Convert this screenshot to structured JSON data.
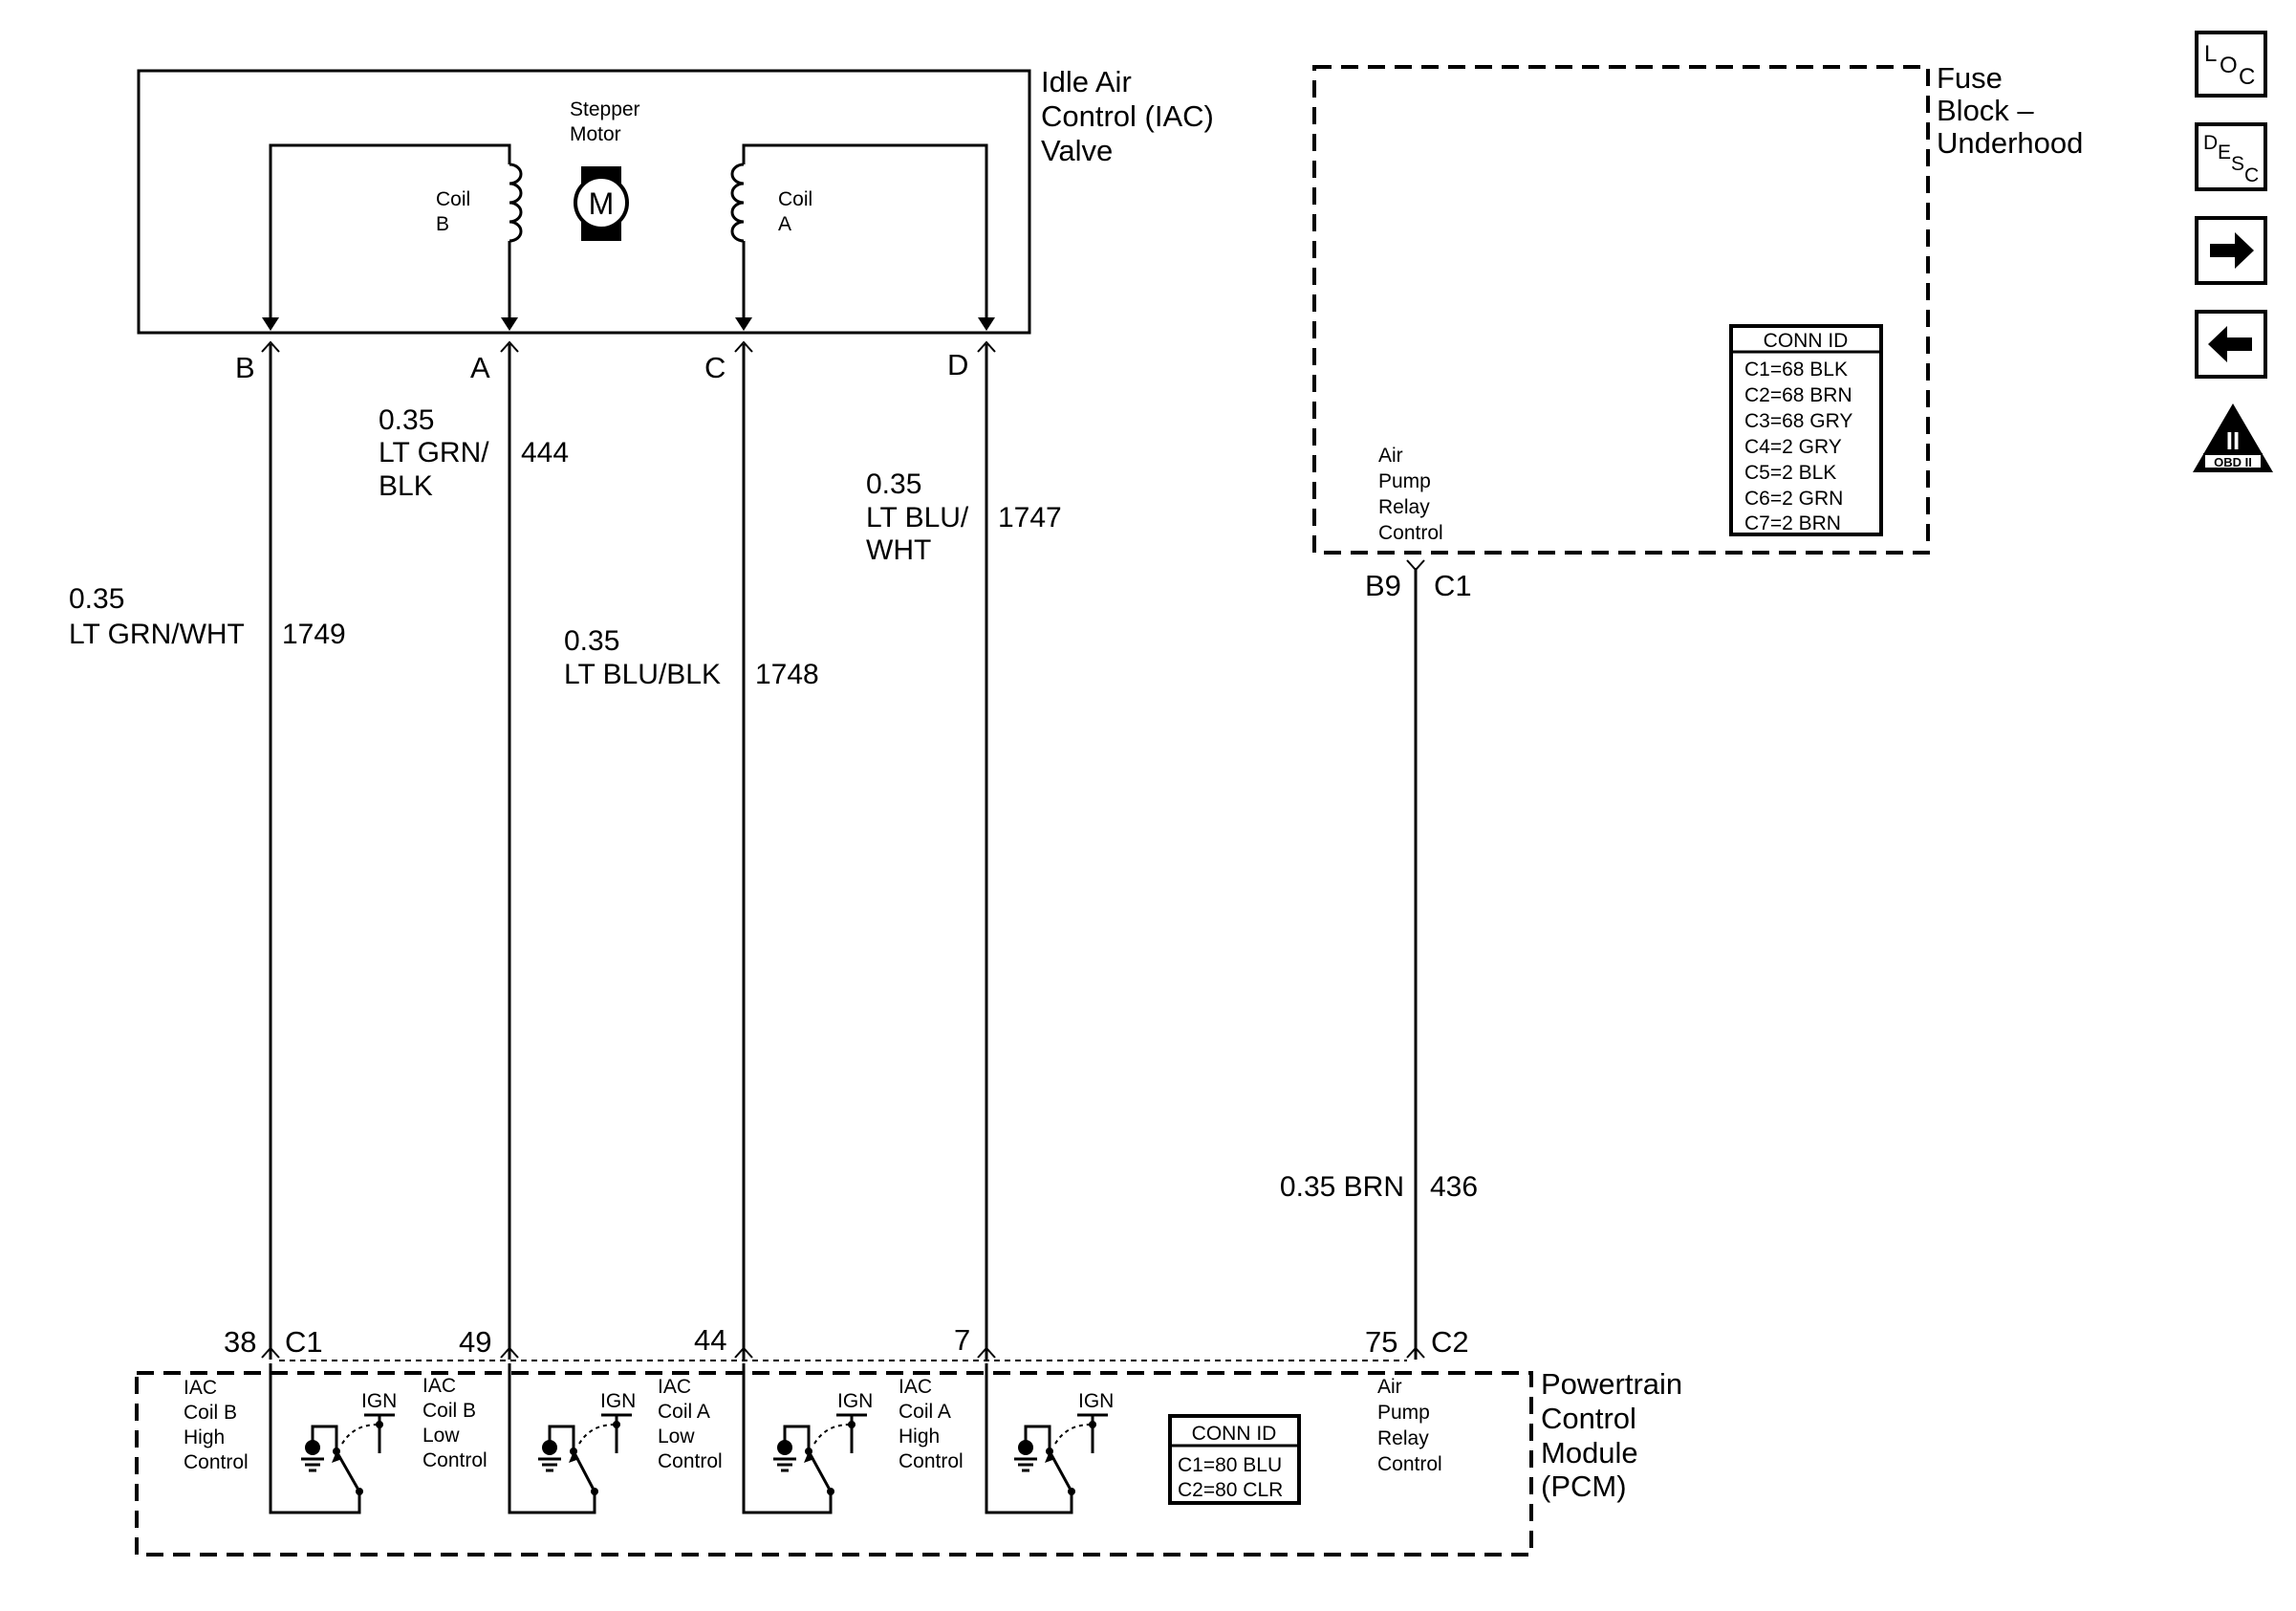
{
  "iac_valve": {
    "title_lines": [
      "Idle Air",
      "Control (IAC)",
      "Valve"
    ],
    "motor_label_lines": [
      "Stepper",
      "Motor"
    ],
    "motor_symbol": "M",
    "coil_b_lines": [
      "Coil",
      "B"
    ],
    "coil_a_lines": [
      "Coil",
      "A"
    ]
  },
  "fuse_block": {
    "title_lines": [
      "Fuse",
      "Block –",
      "Underhood"
    ],
    "circuit_label_lines": [
      "Air",
      "Pump",
      "Relay",
      "Control"
    ],
    "conn_id": {
      "header": "CONN ID",
      "rows": [
        "C1=68 BLK",
        "C2=68 BRN",
        "C3=68 GRY",
        "C4=2 GRY",
        "C5=2 BLK",
        "C6=2 GRN",
        "C7=2 BRN"
      ]
    },
    "pin": "B9",
    "connector": "C1"
  },
  "wires": [
    {
      "pin": "B",
      "size": "0.35",
      "color_lines": [
        "LT GRN/WHT"
      ],
      "circuit": "1749",
      "pcm_pin": "38",
      "pcm_connector": "C1",
      "pcm_label_lines": [
        "IAC",
        "Coil B",
        "High",
        "Control"
      ]
    },
    {
      "pin": "A",
      "size": "0.35",
      "color_lines": [
        "LT GRN/",
        "BLK"
      ],
      "circuit": "444",
      "pcm_pin": "49",
      "pcm_connector": "",
      "pcm_label_lines": [
        "IAC",
        "Coil B",
        "Low",
        "Control"
      ]
    },
    {
      "pin": "C",
      "size": "0.35",
      "color_lines": [
        "LT BLU/BLK"
      ],
      "circuit": "1748",
      "pcm_pin": "44",
      "pcm_connector": "",
      "pcm_label_lines": [
        "IAC",
        "Coil A",
        "Low",
        "Control"
      ]
    },
    {
      "pin": "D",
      "size": "0.35",
      "color_lines": [
        "LT BLU/",
        "WHT"
      ],
      "circuit": "1747",
      "pcm_pin": "7",
      "pcm_connector": "",
      "pcm_label_lines": [
        "IAC",
        "Coil A",
        "High",
        "Control"
      ]
    }
  ],
  "air_pump_wire": {
    "size_color": "0.35 BRN",
    "circuit": "436",
    "pcm_pin": "75",
    "pcm_connector": "C2"
  },
  "pcm": {
    "title_lines": [
      "Powertrain",
      "Control",
      "Module",
      "(PCM)"
    ],
    "ign_label": "IGN",
    "air_pump_label_lines": [
      "Air",
      "Pump",
      "Relay",
      "Control"
    ],
    "conn_id": {
      "header": "CONN ID",
      "rows": [
        "C1=80 BLU",
        "C2=80 CLR"
      ]
    }
  },
  "nav": {
    "loc": {
      "l": "L",
      "o": "O",
      "c": "C"
    },
    "desc": {
      "d": "D",
      "e": "E",
      "s": "S",
      "c": "C"
    },
    "next_glyph": "➡",
    "prev_glyph": "⬅",
    "obd": {
      "roman": "II",
      "label": "OBD II"
    }
  }
}
